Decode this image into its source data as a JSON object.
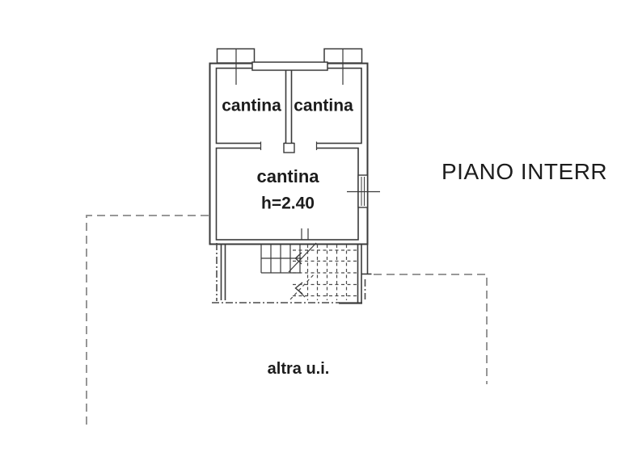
{
  "title": "PIANO INTERR",
  "labels": {
    "room_top_left": "cantina",
    "room_top_right": "cantina",
    "room_main": "cantina",
    "room_main_height": "h=2.40",
    "other_unit": "altra u.i."
  },
  "colors": {
    "wall": "#3a3a3a",
    "dash_dot": "#4a4a4a",
    "boundary": "#8a8a8a",
    "text": "#1c1c1c",
    "background": "#ffffff"
  }
}
